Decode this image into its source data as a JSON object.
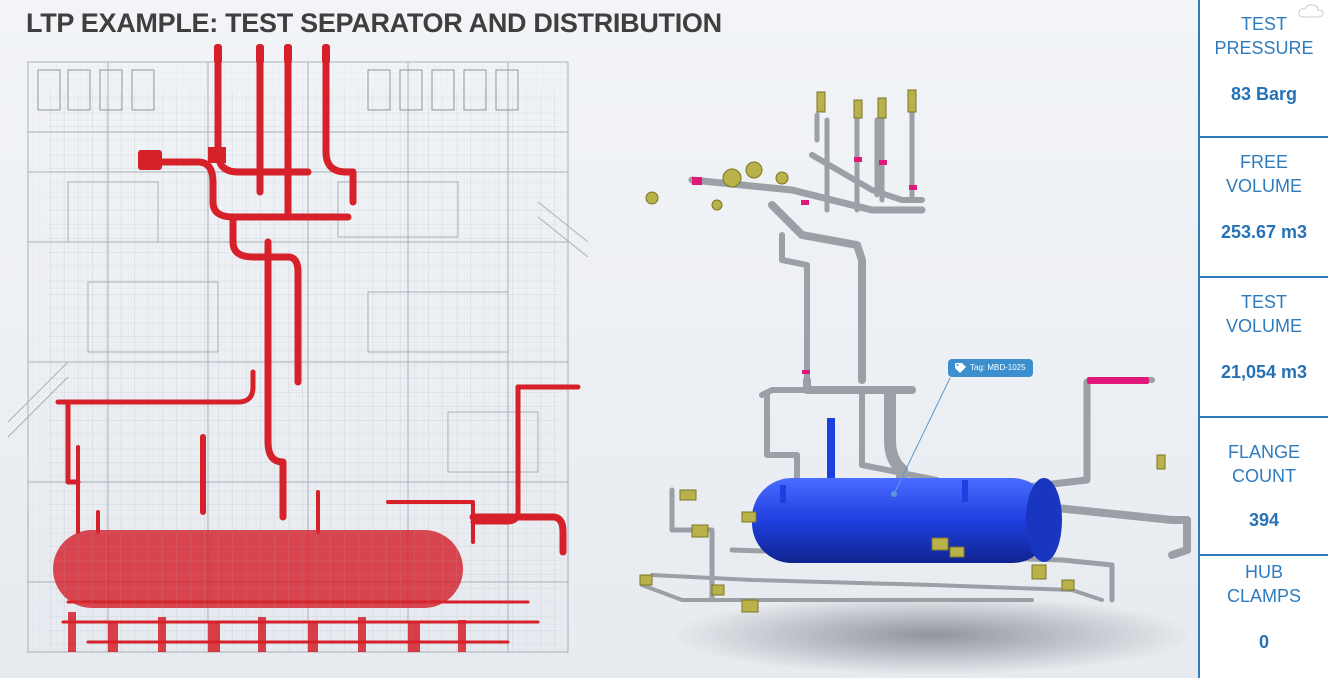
{
  "page": {
    "title": "LTP EXAMPLE: TEST SEPARATOR AND DISTRIBUTION"
  },
  "model_3d": {
    "tag_label": "Tag: MBD-1025"
  },
  "stats": [
    {
      "label": "TEST PRESSURE",
      "value": "83 Barg"
    },
    {
      "label": "FREE VOLUME",
      "value": "253.67 m3"
    },
    {
      "label": "TEST VOLUME",
      "value": "21,054 m3"
    },
    {
      "label": "FLANGE COUNT",
      "value": "394"
    },
    {
      "label": "HUB CLAMPS",
      "value": "0"
    }
  ],
  "colors": {
    "accent": "#2e7bbd",
    "highlight_pipe": "#d6202a",
    "vessel": "#1f3fe0",
    "pipe_grey": "#9aa0a6",
    "valve_yellow": "#b9b24a",
    "flange_magenta": "#e0187a"
  },
  "icons": {
    "tag": "tag-icon",
    "cloud": "cloud-icon"
  }
}
